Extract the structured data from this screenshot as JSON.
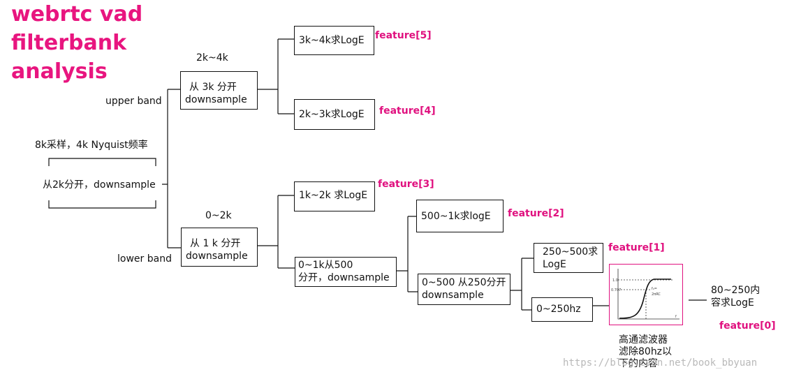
{
  "title": [
    "webrtc vad",
    "filterbank",
    "analysis"
  ],
  "root": {
    "caption": "8k采样，4k Nyquist频率",
    "label": "从2k分开，downsample"
  },
  "upper": {
    "band_label": "upper band",
    "range": "2k~4k",
    "line1": "从  3k  分开",
    "line2": "downsample"
  },
  "lower": {
    "band_label": "lower band",
    "range": "0~2k",
    "line1": "从 1 k  分开",
    "line2": "downsample"
  },
  "nodes": {
    "n3k4k": "3k~4k求LogE",
    "n2k3k": "2k~3k求LogE",
    "n1k2k": "1k~2k 求LogE",
    "n0_1k": [
      "0~1k从500",
      "分开，downsample"
    ],
    "n500_1k": "500~1k求logE",
    "n0_500": [
      "0~500 从250分开",
      "downsample"
    ],
    "n250_500": [
      "250~500求",
      "LogE"
    ],
    "n0_250": "0~250hz",
    "n80_250": [
      "80~250内",
      "容求LogE"
    ]
  },
  "features": {
    "f5": "feature[5]",
    "f4": "feature[4]",
    "f3": "feature[3]",
    "f2": "feature[2]",
    "f1": "feature[1]",
    "f0": "feature[0]"
  },
  "highpass": {
    "caption": [
      "高通滤波器",
      "滤除80hz以",
      "下的内容"
    ]
  },
  "watermark": "https://blog.csdn.net/book_bbyuan",
  "colors": {
    "accent": "#e0117f",
    "line": "#111111",
    "watermark": "#b9b9b9"
  }
}
